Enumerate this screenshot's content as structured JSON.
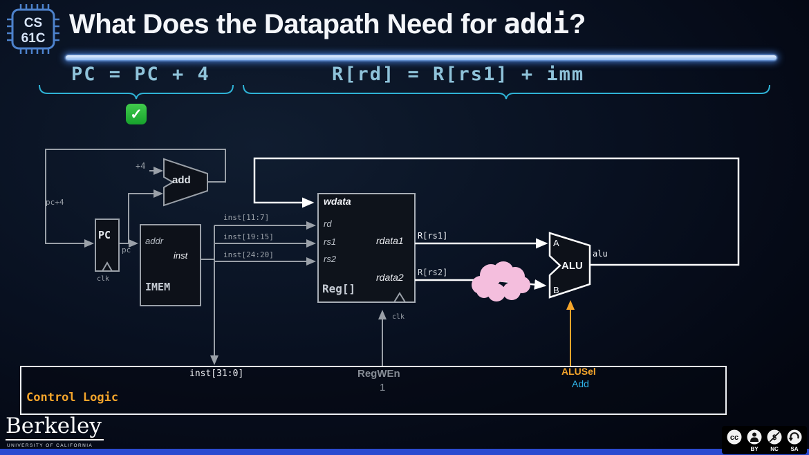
{
  "header": {
    "logo_line1": "CS",
    "logo_line2": "61C",
    "title_part1": "What Does the Datapath Need for ",
    "title_code": "addi",
    "title_part2": "?"
  },
  "equations": {
    "pc_update": "PC = PC + 4",
    "reg_update": "R[rd] = R[rs1] + imm",
    "check": "✓"
  },
  "datapath": {
    "plus4": "+4",
    "adder": "add",
    "pc_plus4": "pc+4",
    "pc_reg": "PC",
    "pc_out": "pc",
    "clk_pc": "clk",
    "imem": {
      "addr": "addr",
      "inst": "inst",
      "name": "IMEM"
    },
    "regfile": {
      "wdata": "wdata",
      "rd": "rd",
      "rs1": "rs1",
      "rs2": "rs2",
      "rdata1": "rdata1",
      "rdata2": "rdata2",
      "name": "Reg[]",
      "clk": "clk"
    },
    "wires": {
      "inst_rd": "inst[11:7]",
      "inst_rs1": "inst[19:15]",
      "inst_rs2": "inst[24:20]",
      "r_rs1": "R[rs1]",
      "r_rs2": "R[rs2]",
      "alu_out": "alu",
      "inst_full": "inst[31:0]"
    },
    "alu": {
      "in_a": "A",
      "in_b": "B",
      "name": "ALU"
    }
  },
  "control": {
    "name": "Control Logic",
    "regwen_label": "RegWEn",
    "regwen_value": "1",
    "alusel_label": "ALUSel",
    "alusel_value": "Add"
  },
  "footer": {
    "wordmark": "Berkeley",
    "university": "UNIVERSITY OF CALIFORNIA",
    "license_cc": "cc",
    "license_nc_symbol": "$",
    "license_labels": [
      "BY",
      "NC",
      "SA"
    ]
  },
  "colors": {
    "accent_cyan": "#2fb3d6",
    "accent_orange": "#f5a52b",
    "value_cyan": "#2fb3e8",
    "wire_gray": "#9aa0a8",
    "wire_white": "#ffffff"
  }
}
